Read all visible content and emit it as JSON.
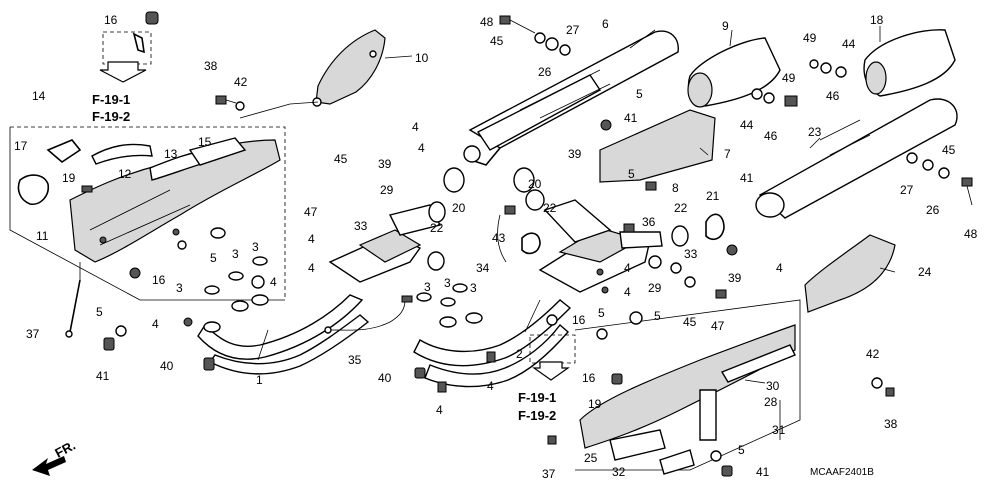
{
  "callouts": [
    {
      "id": "c1",
      "text": "16"
    },
    {
      "id": "c2",
      "text": "38"
    },
    {
      "id": "c3",
      "text": "42"
    },
    {
      "id": "c4",
      "text": "10"
    },
    {
      "id": "c5",
      "text": "14"
    },
    {
      "id": "c6",
      "text": "17"
    },
    {
      "id": "c7",
      "text": "15"
    },
    {
      "id": "c8",
      "text": "13"
    },
    {
      "id": "c9",
      "text": "12"
    },
    {
      "id": "c10",
      "text": "19"
    },
    {
      "id": "c11",
      "text": "11"
    },
    {
      "id": "c12",
      "text": "16"
    },
    {
      "id": "c13",
      "text": "5"
    },
    {
      "id": "c14",
      "text": "4"
    },
    {
      "id": "c15",
      "text": "37"
    },
    {
      "id": "c16",
      "text": "41"
    },
    {
      "id": "c17",
      "text": "40"
    },
    {
      "id": "c18",
      "text": "1"
    },
    {
      "id": "c19",
      "text": "5"
    },
    {
      "id": "c20",
      "text": "3"
    },
    {
      "id": "c21",
      "text": "3"
    },
    {
      "id": "c22",
      "text": "3"
    },
    {
      "id": "c23",
      "text": "4"
    },
    {
      "id": "c24",
      "text": "47"
    },
    {
      "id": "c25",
      "text": "45"
    },
    {
      "id": "c26",
      "text": "33"
    },
    {
      "id": "c27",
      "text": "29"
    },
    {
      "id": "c28",
      "text": "39"
    },
    {
      "id": "c29",
      "text": "4"
    },
    {
      "id": "c30",
      "text": "4"
    },
    {
      "id": "c31",
      "text": "4"
    },
    {
      "id": "c32",
      "text": "4"
    },
    {
      "id": "c33",
      "text": "22"
    },
    {
      "id": "c34",
      "text": "20"
    },
    {
      "id": "c35",
      "text": "35"
    },
    {
      "id": "c36",
      "text": "3"
    },
    {
      "id": "c37",
      "text": "3"
    },
    {
      "id": "c38",
      "text": "3"
    },
    {
      "id": "c39",
      "text": "40"
    },
    {
      "id": "c40",
      "text": "4"
    },
    {
      "id": "c41",
      "text": "4"
    },
    {
      "id": "c42",
      "text": "2"
    },
    {
      "id": "c43",
      "text": "48"
    },
    {
      "id": "c44",
      "text": "45"
    },
    {
      "id": "c45",
      "text": "27"
    },
    {
      "id": "c46",
      "text": "26"
    },
    {
      "id": "c47",
      "text": "6"
    },
    {
      "id": "c48",
      "text": "9"
    },
    {
      "id": "c49",
      "text": "18"
    },
    {
      "id": "c50",
      "text": "49"
    },
    {
      "id": "c51",
      "text": "44"
    },
    {
      "id": "c52",
      "text": "46"
    },
    {
      "id": "c53",
      "text": "49"
    },
    {
      "id": "c54",
      "text": "46"
    },
    {
      "id": "c55",
      "text": "44"
    },
    {
      "id": "c56",
      "text": "5"
    },
    {
      "id": "c57",
      "text": "41"
    },
    {
      "id": "c58",
      "text": "7"
    },
    {
      "id": "c59",
      "text": "39"
    },
    {
      "id": "c60",
      "text": "20"
    },
    {
      "id": "c61",
      "text": "22"
    },
    {
      "id": "c62",
      "text": "5"
    },
    {
      "id": "c63",
      "text": "8"
    },
    {
      "id": "c64",
      "text": "41"
    },
    {
      "id": "c65",
      "text": "23"
    },
    {
      "id": "c66",
      "text": "45"
    },
    {
      "id": "c67",
      "text": "27"
    },
    {
      "id": "c68",
      "text": "26"
    },
    {
      "id": "c69",
      "text": "48"
    },
    {
      "id": "c70",
      "text": "21"
    },
    {
      "id": "c71",
      "text": "22"
    },
    {
      "id": "c72",
      "text": "36"
    },
    {
      "id": "c73",
      "text": "43"
    },
    {
      "id": "c74",
      "text": "34"
    },
    {
      "id": "c75",
      "text": "4"
    },
    {
      "id": "c76",
      "text": "4"
    },
    {
      "id": "c77",
      "text": "29"
    },
    {
      "id": "c78",
      "text": "33"
    },
    {
      "id": "c79",
      "text": "39"
    },
    {
      "id": "c80",
      "text": "45"
    },
    {
      "id": "c81",
      "text": "47"
    },
    {
      "id": "c82",
      "text": "4"
    },
    {
      "id": "c83",
      "text": "24"
    },
    {
      "id": "c84",
      "text": "16"
    },
    {
      "id": "c85",
      "text": "5"
    },
    {
      "id": "c86",
      "text": "5"
    },
    {
      "id": "c87",
      "text": "16"
    },
    {
      "id": "c88",
      "text": "19"
    },
    {
      "id": "c89",
      "text": "30"
    },
    {
      "id": "c90",
      "text": "28"
    },
    {
      "id": "c91",
      "text": "31"
    },
    {
      "id": "c92",
      "text": "5"
    },
    {
      "id": "c93",
      "text": "25"
    },
    {
      "id": "c94",
      "text": "32"
    },
    {
      "id": "c95",
      "text": "41"
    },
    {
      "id": "c96",
      "text": "37"
    },
    {
      "id": "c97",
      "text": "42"
    },
    {
      "id": "c98",
      "text": "38"
    }
  ],
  "refs": {
    "left_top": "F-19-1",
    "left_bottom": "F-19-2",
    "center_top": "F-19-1",
    "center_bottom": "F-19-2"
  },
  "front_label": "FR.",
  "diagram_code": "MCAAF2401B"
}
